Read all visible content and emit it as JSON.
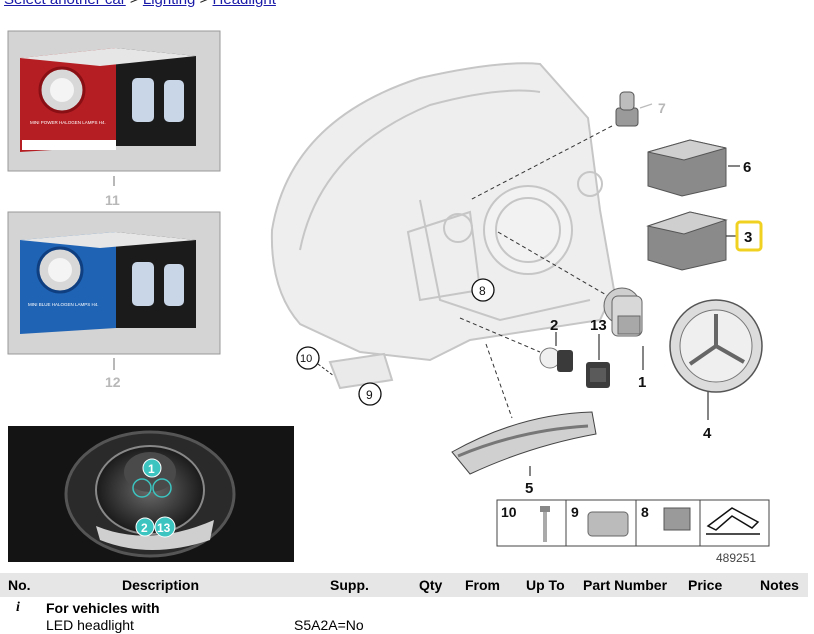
{
  "breadcrumb": {
    "link1": "Select another car",
    "sep1": ">",
    "link2": "Lighting",
    "sep2": ">",
    "link3": "Headlight"
  },
  "diagram": {
    "product_box_11_text": "MINI POWER HALOGEN LAMPS H4.",
    "product_box_12_text": "MINI BLUE HALOGEN LAMPS H4.",
    "callouts": {
      "c1": "1",
      "c2": "2",
      "c3": "3",
      "c4": "4",
      "c5": "5",
      "c6": "6",
      "c7": "7",
      "c8": "8",
      "c9": "9",
      "c10": "10",
      "c11": "11",
      "c12": "12",
      "c13": "13"
    },
    "inset_callouts": {
      "i1": "1",
      "i2": "2",
      "i13": "13"
    },
    "legend": {
      "l10": "10",
      "l9": "9",
      "l8": "8"
    },
    "diagram_number": "489251",
    "colors": {
      "highlight": "#f0d020",
      "teal": "#3cc4c0",
      "faded_label": "#b8b8b8"
    }
  },
  "table": {
    "headers": {
      "no": "No.",
      "description": "Description",
      "supp": "Supp.",
      "qty": "Qty",
      "from": "From",
      "upto": "Up To",
      "part_number": "Part Number",
      "price": "Price",
      "notes": "Notes"
    },
    "info_row": {
      "icon": "i",
      "title": "For vehicles with",
      "subtitle": "LED headlight",
      "supp": "S5A2A=No"
    }
  }
}
